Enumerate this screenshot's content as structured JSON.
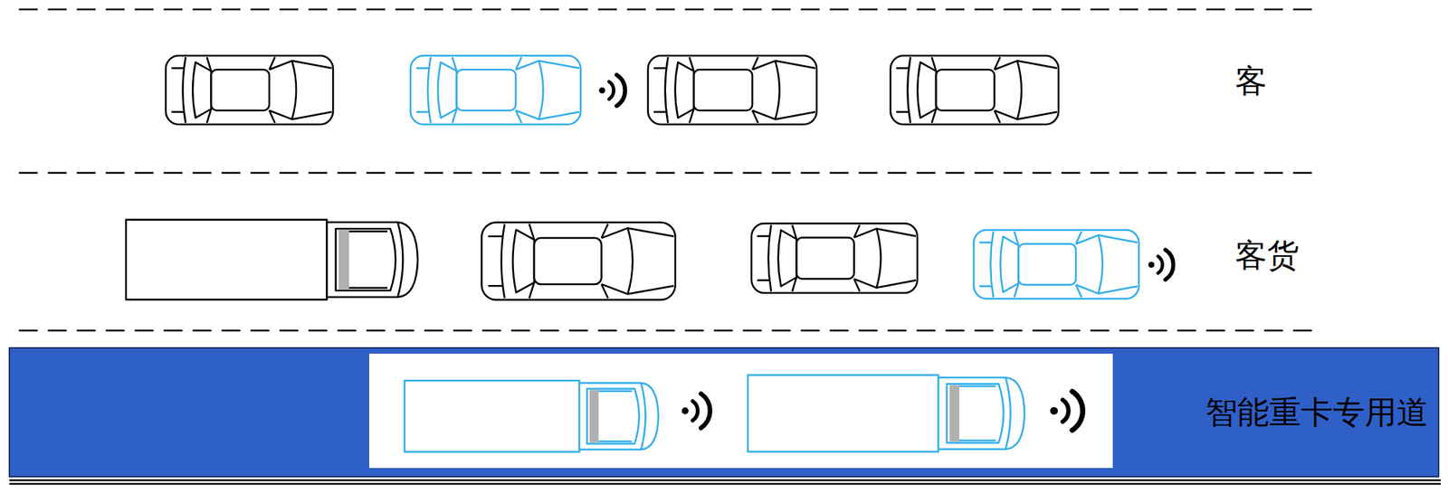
{
  "diagram": {
    "nodes": [
      {
        "text": [
          "智能重卡专用道"
        ]
      }
    ],
    "labels": [
      "客",
      "客货"
    ]
  }
}
